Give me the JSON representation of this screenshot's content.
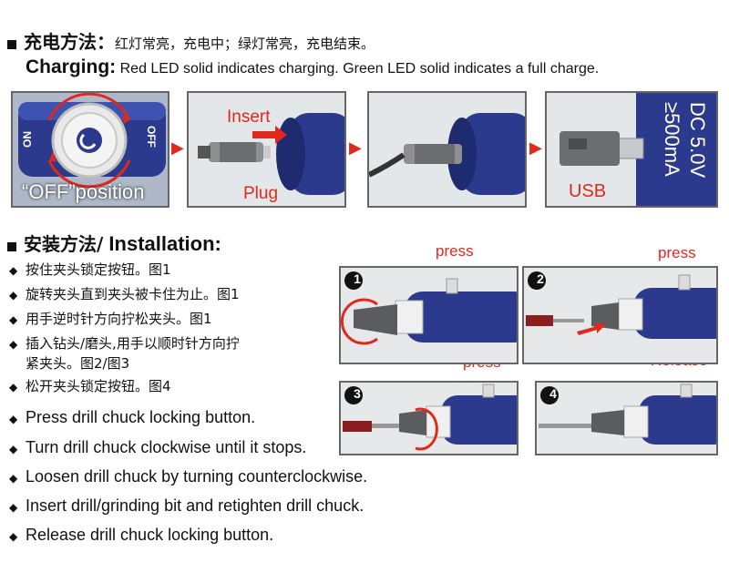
{
  "charging": {
    "title_cn": "充电方法：",
    "desc_cn": "红灯常亮，充电中；绿灯常亮，充电结束。",
    "title_en": "Charging:",
    "desc_en": "Red LED solid indicates charging. Green LED solid indicates a full charge."
  },
  "charging_panels": {
    "p1_off_label": "OFF",
    "p1_on_label": "ON",
    "p1_caption": "“OFF”position",
    "p2_insert": "Insert",
    "p2_plug": "Plug",
    "p4_usb": "USB",
    "p4_spec_line1": "DC 5.0V",
    "p4_spec_line2": "≥500mA"
  },
  "installation": {
    "title_cn": "安装方法/",
    "title_en": " Installation:",
    "steps_cn": [
      "按住夹头锁定按钮。图1",
      "旋转夹头直到夹头被卡住为止。图1",
      "用手逆时针方向拧松夹头。图1",
      "插入钻头/磨头,用手以顺时针方向拧",
      "紧夹头。图2/图3",
      "松开夹头锁定按钮。图4"
    ],
    "steps_en": [
      "Press drill chuck locking button.",
      "Turn drill chuck clockwise until it stops.",
      "Loosen drill chuck by turning counterclockwise.",
      "Insert drill/grinding bit and retighten drill chuck.",
      "Release drill chuck locking button."
    ]
  },
  "figures": [
    {
      "number": "1",
      "callout": "press"
    },
    {
      "number": "2",
      "callout": "press"
    },
    {
      "number": "3",
      "callout": "press"
    },
    {
      "number": "4",
      "callout": "Release"
    }
  ],
  "colors": {
    "accent_red": "#e0281c",
    "tool_blue": "#2b3a8c",
    "panel_bg": "#dfe3e6"
  }
}
